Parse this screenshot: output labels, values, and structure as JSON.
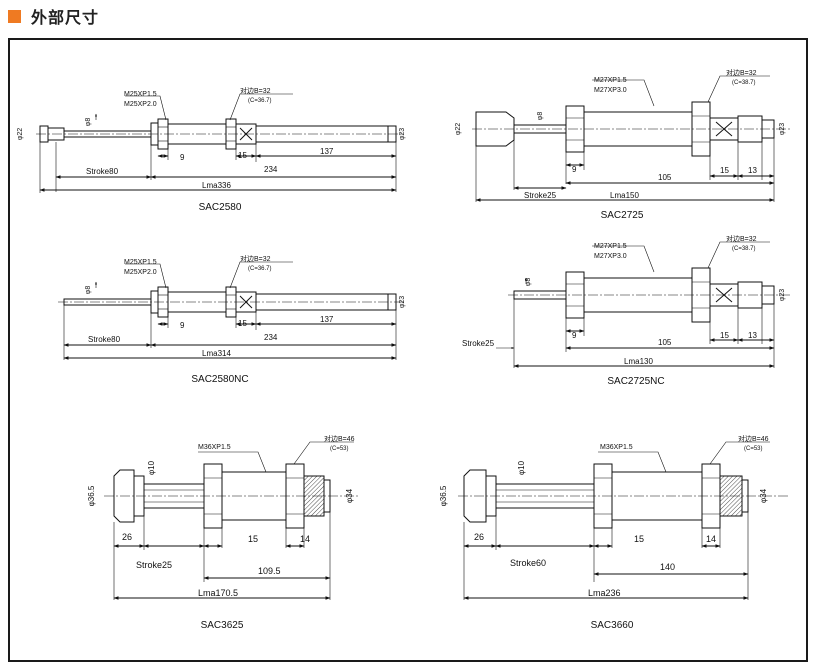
{
  "header": {
    "title": "外部尺寸",
    "accent_color": "#ef7a22"
  },
  "sheet": {
    "border_color": "#1a1a1a"
  },
  "labels": {
    "flats_prefix": "对边"
  },
  "models": [
    {
      "name": "SAC2580",
      "threads": [
        "M25XP1.5",
        "M25XP2.0"
      ],
      "flats": "B=32",
      "flats_sub": "(C=36.7)",
      "dia_left": "φ22",
      "dia_rod": "φ8",
      "dia_right": "φ23",
      "dims": {
        "d9": "9",
        "d15": "15",
        "d137": "137",
        "stroke": "Stroke80",
        "d234": "234",
        "lma": "Lma336"
      }
    },
    {
      "name": "SAC2725",
      "threads": [
        "M27XP1.5",
        "M27XP3.0"
      ],
      "flats": "B=32",
      "flats_sub": "(C=38.7)",
      "dia_left": "φ22",
      "dia_rod": "φ8",
      "dia_right": "φ23",
      "dims": {
        "d9": "9",
        "d105": "105",
        "d15": "15",
        "d13": "13",
        "stroke": "Stroke25",
        "lma": "Lma150"
      }
    },
    {
      "name": "SAC2580NC",
      "threads": [
        "M25XP1.5",
        "M25XP2.0"
      ],
      "flats": "B=32",
      "flats_sub": "(C=36.7)",
      "dia_rod": "φ8",
      "dia_right": "φ23",
      "dims": {
        "d9": "9",
        "d15": "15",
        "d137": "137",
        "stroke": "Stroke80",
        "d234": "234",
        "lma": "Lma314"
      }
    },
    {
      "name": "SAC2725NC",
      "threads": [
        "M27XP1.5",
        "M27XP3.0"
      ],
      "flats": "B=32",
      "flats_sub": "(C=38.7)",
      "dia_rod": "φ8",
      "dia_right": "φ23",
      "dims": {
        "d9": "9",
        "d105": "105",
        "d15": "15",
        "d13": "13",
        "stroke": "Stroke25",
        "lma": "Lma130"
      }
    },
    {
      "name": "SAC3625",
      "threads": [
        "M36XP1.5"
      ],
      "flats": "B=46",
      "flats_sub": "(C=53)",
      "dia_left": "φ36.5",
      "dia_rod": "φ10",
      "dia_right": "φ34",
      "dims": {
        "d26": "26",
        "d15": "15",
        "d14": "14",
        "stroke": "Stroke25",
        "body": "109.5",
        "lma": "Lma170.5"
      }
    },
    {
      "name": "SAC3660",
      "threads": [
        "M36XP1.5"
      ],
      "flats": "B=46",
      "flats_sub": "(C=53)",
      "dia_left": "φ36.5",
      "dia_rod": "φ10",
      "dia_right": "φ34",
      "dims": {
        "d26": "26",
        "d15": "15",
        "d14": "14",
        "stroke": "Stroke60",
        "body": "140",
        "lma": "Lma236"
      }
    }
  ]
}
